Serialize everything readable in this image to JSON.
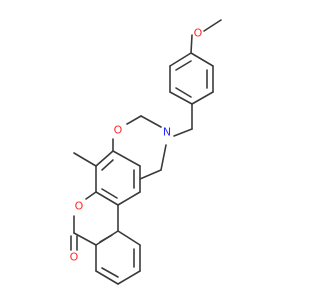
{
  "molecule": {
    "atoms": {
      "o_methoxy": {
        "symbol": "O",
        "color": "#ff2a2a"
      },
      "n_amine": {
        "symbol": "N",
        "color": "#2a2aff"
      },
      "o_oxazine": {
        "symbol": "O",
        "color": "#ff2a2a"
      },
      "o_lactone": {
        "symbol": "O",
        "color": "#ff2a2a"
      },
      "o_carbonyl": {
        "symbol": "O",
        "color": "#ff2a2a"
      }
    },
    "bond_color": "#3a3a3a"
  }
}
